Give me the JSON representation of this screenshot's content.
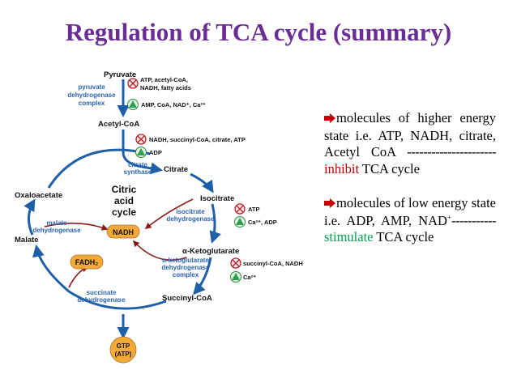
{
  "title": "Regulation of TCA cycle (summary)",
  "colors": {
    "title": "#6a2c95",
    "cycle_arrow": "#1f5fa8",
    "enzyme_text": "#2a63b0",
    "inhibit": "#c00000",
    "stimulate": "#00a050",
    "nadh_box": "#f4a93a",
    "gtp_circle": "#f4a93a"
  },
  "diagram": {
    "pyruvate": "Pyruvate",
    "pdh_enzyme": [
      "pyruvate",
      "dehydrogenase",
      "complex"
    ],
    "pdh_inhibitors": [
      "ATP, acetyl-CoA,",
      "NADH, fatty acids"
    ],
    "pdh_activators": "AMP, CoA, NAD⁺, Ca²⁺",
    "acetyl_coa": "Acetyl-CoA",
    "cs_inhibitors": "NADH, succinyl-CoA, citrate, ATP",
    "cs_activators": "ADP",
    "citrate_synthase": [
      "citrate",
      "synthase"
    ],
    "citrate": "Citrate",
    "center": [
      "Citric",
      "acid",
      "cycle"
    ],
    "oxaloacetate": "Oxaloacetate",
    "isocitrate": "Isocitrate",
    "idh_enzyme": [
      "isocitrate",
      "dehydrogenase"
    ],
    "idh_inhibitors": "ATP",
    "idh_activators": "Ca²⁺, ADP",
    "malate_dh": [
      "malate",
      "dehydrogenase"
    ],
    "nadh": "NADH",
    "malate": "Malate",
    "alpha_kg": "α-Ketoglutarate",
    "akg_enzyme": [
      "α-ketoglutarate",
      "dehydrogenase",
      "complex"
    ],
    "akg_inhibitors": "succinyl-CoA, NADH",
    "akg_activators": "Ca²⁺",
    "fadh2": "FADH₂",
    "succinate_dh": [
      "succinate",
      "dehydrogenase"
    ],
    "succinyl_coa": "Succinyl-CoA",
    "gtp": [
      "GTP",
      "(ATP)"
    ]
  },
  "bullets": {
    "b1_text": "molecules of higher energy state i.e. ATP, NADH, citrate, Acetyl CoA ",
    "b1_dashes": "----------------------",
    "b1_inhibit": "inhibit",
    "b1_tail": " TCA cycle",
    "b2_text": "molecules of low energy state i.e. ADP, AMP, NAD",
    "b2_sup": "+",
    "b2_dashes": "-----------",
    "b2_stimulate": "stimulate",
    "b2_tail": " TCA cycle"
  }
}
